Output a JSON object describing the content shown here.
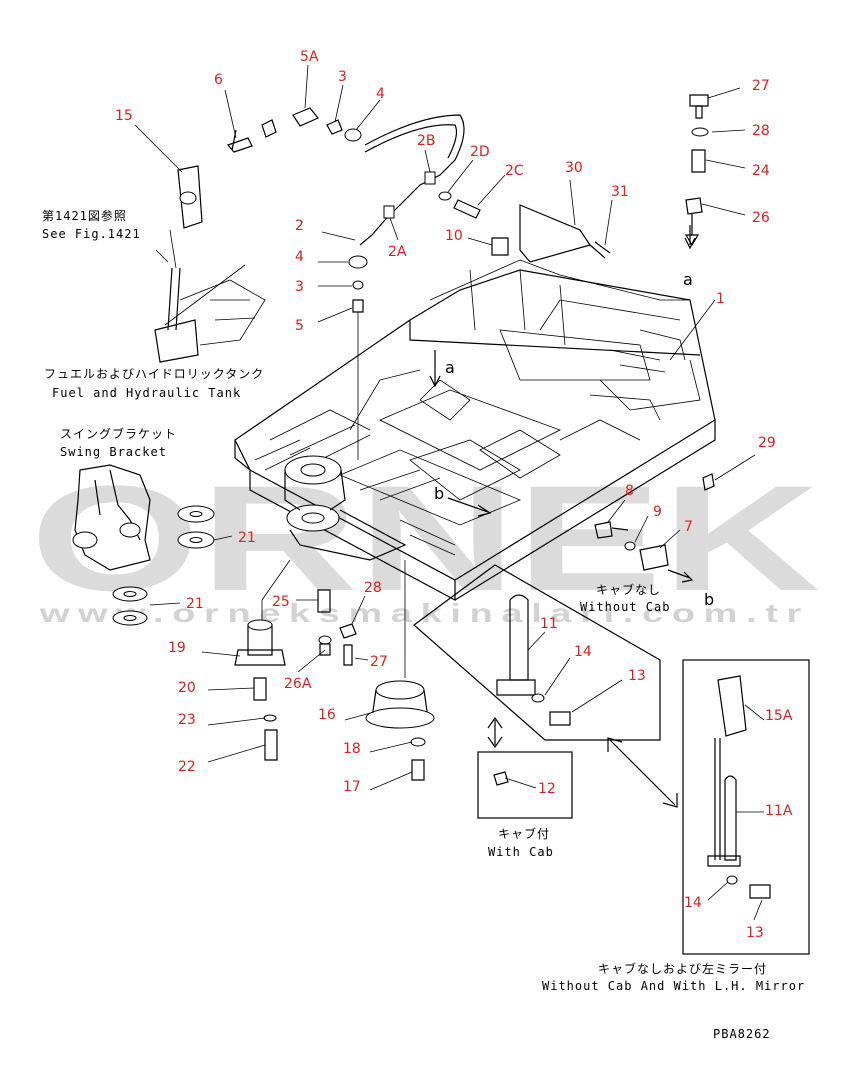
{
  "callouts": {
    "c6": "6",
    "c5a": "5A",
    "c3a": "3",
    "c4a": "4",
    "c15": "15",
    "c2b": "2B",
    "c2d": "2D",
    "c2c": "2C",
    "c30": "30",
    "c31": "31",
    "c27a": "27",
    "c28a": "28",
    "c24": "24",
    "c26a": "26",
    "c2": "2",
    "c2a": "2A",
    "c10": "10",
    "c4b": "4",
    "c3b": "3",
    "c5b": "5",
    "c1": "1",
    "c29": "29",
    "c8": "8",
    "c9": "9",
    "c7": "7",
    "c21a": "21",
    "c21b": "21",
    "c25": "25",
    "c28b": "28",
    "c19": "19",
    "c26b": "26A",
    "c27b": "27",
    "c20": "20",
    "c23": "23",
    "c22": "22",
    "c16": "16",
    "c18": "18",
    "c17": "17",
    "c11": "11",
    "c14a": "14",
    "c13a": "13",
    "c12": "12",
    "c15a": "15A",
    "c11a": "11A",
    "c14b": "14",
    "c13b": "13"
  },
  "letters": {
    "a_top": "a",
    "a_mid": "a",
    "b_mid": "b",
    "b_right": "b"
  },
  "notes": {
    "see_fig_jp": "第1421図参照",
    "see_fig_en": "See Fig.1421",
    "tank_jp": "フュエルおよびハイドロリックタンク",
    "tank_en": "Fuel and Hydraulic Tank",
    "swing_jp": "スイングブラケット",
    "swing_en": "Swing Bracket",
    "no_cab_jp": "キャブなし",
    "no_cab_en": "Without Cab",
    "with_cab_jp": "キャブ付",
    "with_cab_en": "With Cab",
    "mirror_jp": "キャブなしおよび左ミラー付",
    "mirror_en": "Without Cab And With L.H. Mirror",
    "drawing_no": "PBA8262"
  },
  "watermark": {
    "brand": "ORNEK",
    "url": "www.orneksmakinalari.com.tr"
  }
}
